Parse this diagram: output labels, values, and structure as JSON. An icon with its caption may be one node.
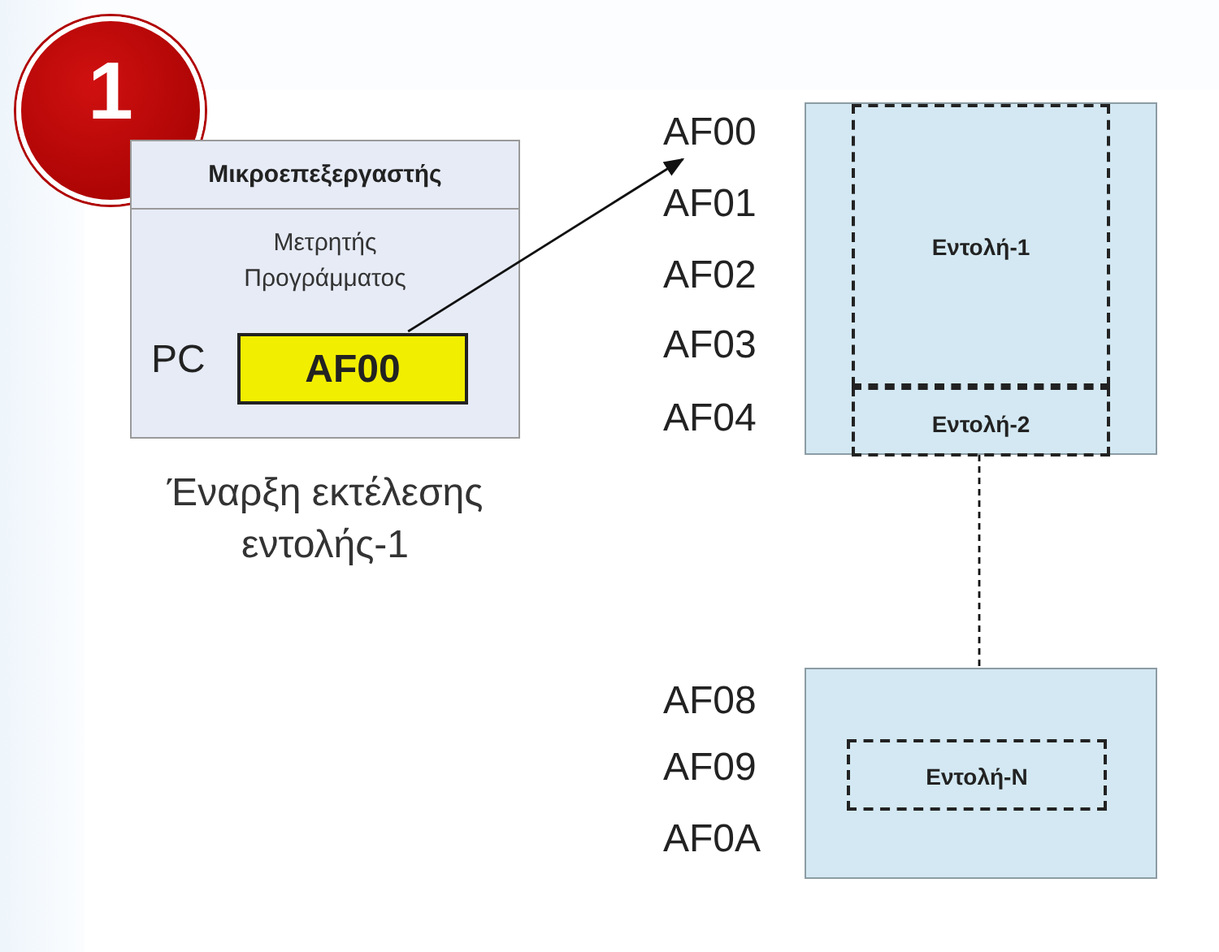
{
  "diagram": {
    "nodes": [
      {
        "text": [
          "1"
        ]
      },
      {
        "text": [
          "Μικροεπεξεργαστής",
          "Μετρητής Προγράμματος",
          "PC"
        ],
        "beside": [
          "Έναρξη εκτέλεσης εντολής-1"
        ]
      },
      {
        "text": [
          "AF00"
        ],
        "in": 1
      },
      {
        "text": [
          "AF00"
        ]
      },
      {
        "text": [],
        "shape": "box"
      },
      {
        "text": [
          "Εντολή-1"
        ],
        "in": 4
      },
      {
        "text": [
          "Εντολή-2"
        ],
        "in": 4
      },
      {
        "text": [],
        "shape": "box"
      },
      {
        "text": [
          "Εντολή-N"
        ],
        "in": 7
      }
    ],
    "edges": [
      {
        "from": 2,
        "to": 3,
        "arrow": "to"
      },
      {
        "from": 6,
        "to": 7,
        "arrow": "none",
        "style": "dashed"
      }
    ],
    "labels": [
      "AF01",
      "AF02",
      "AF03",
      "AF04",
      "AF08",
      "AF09",
      "AF0A"
    ]
  }
}
